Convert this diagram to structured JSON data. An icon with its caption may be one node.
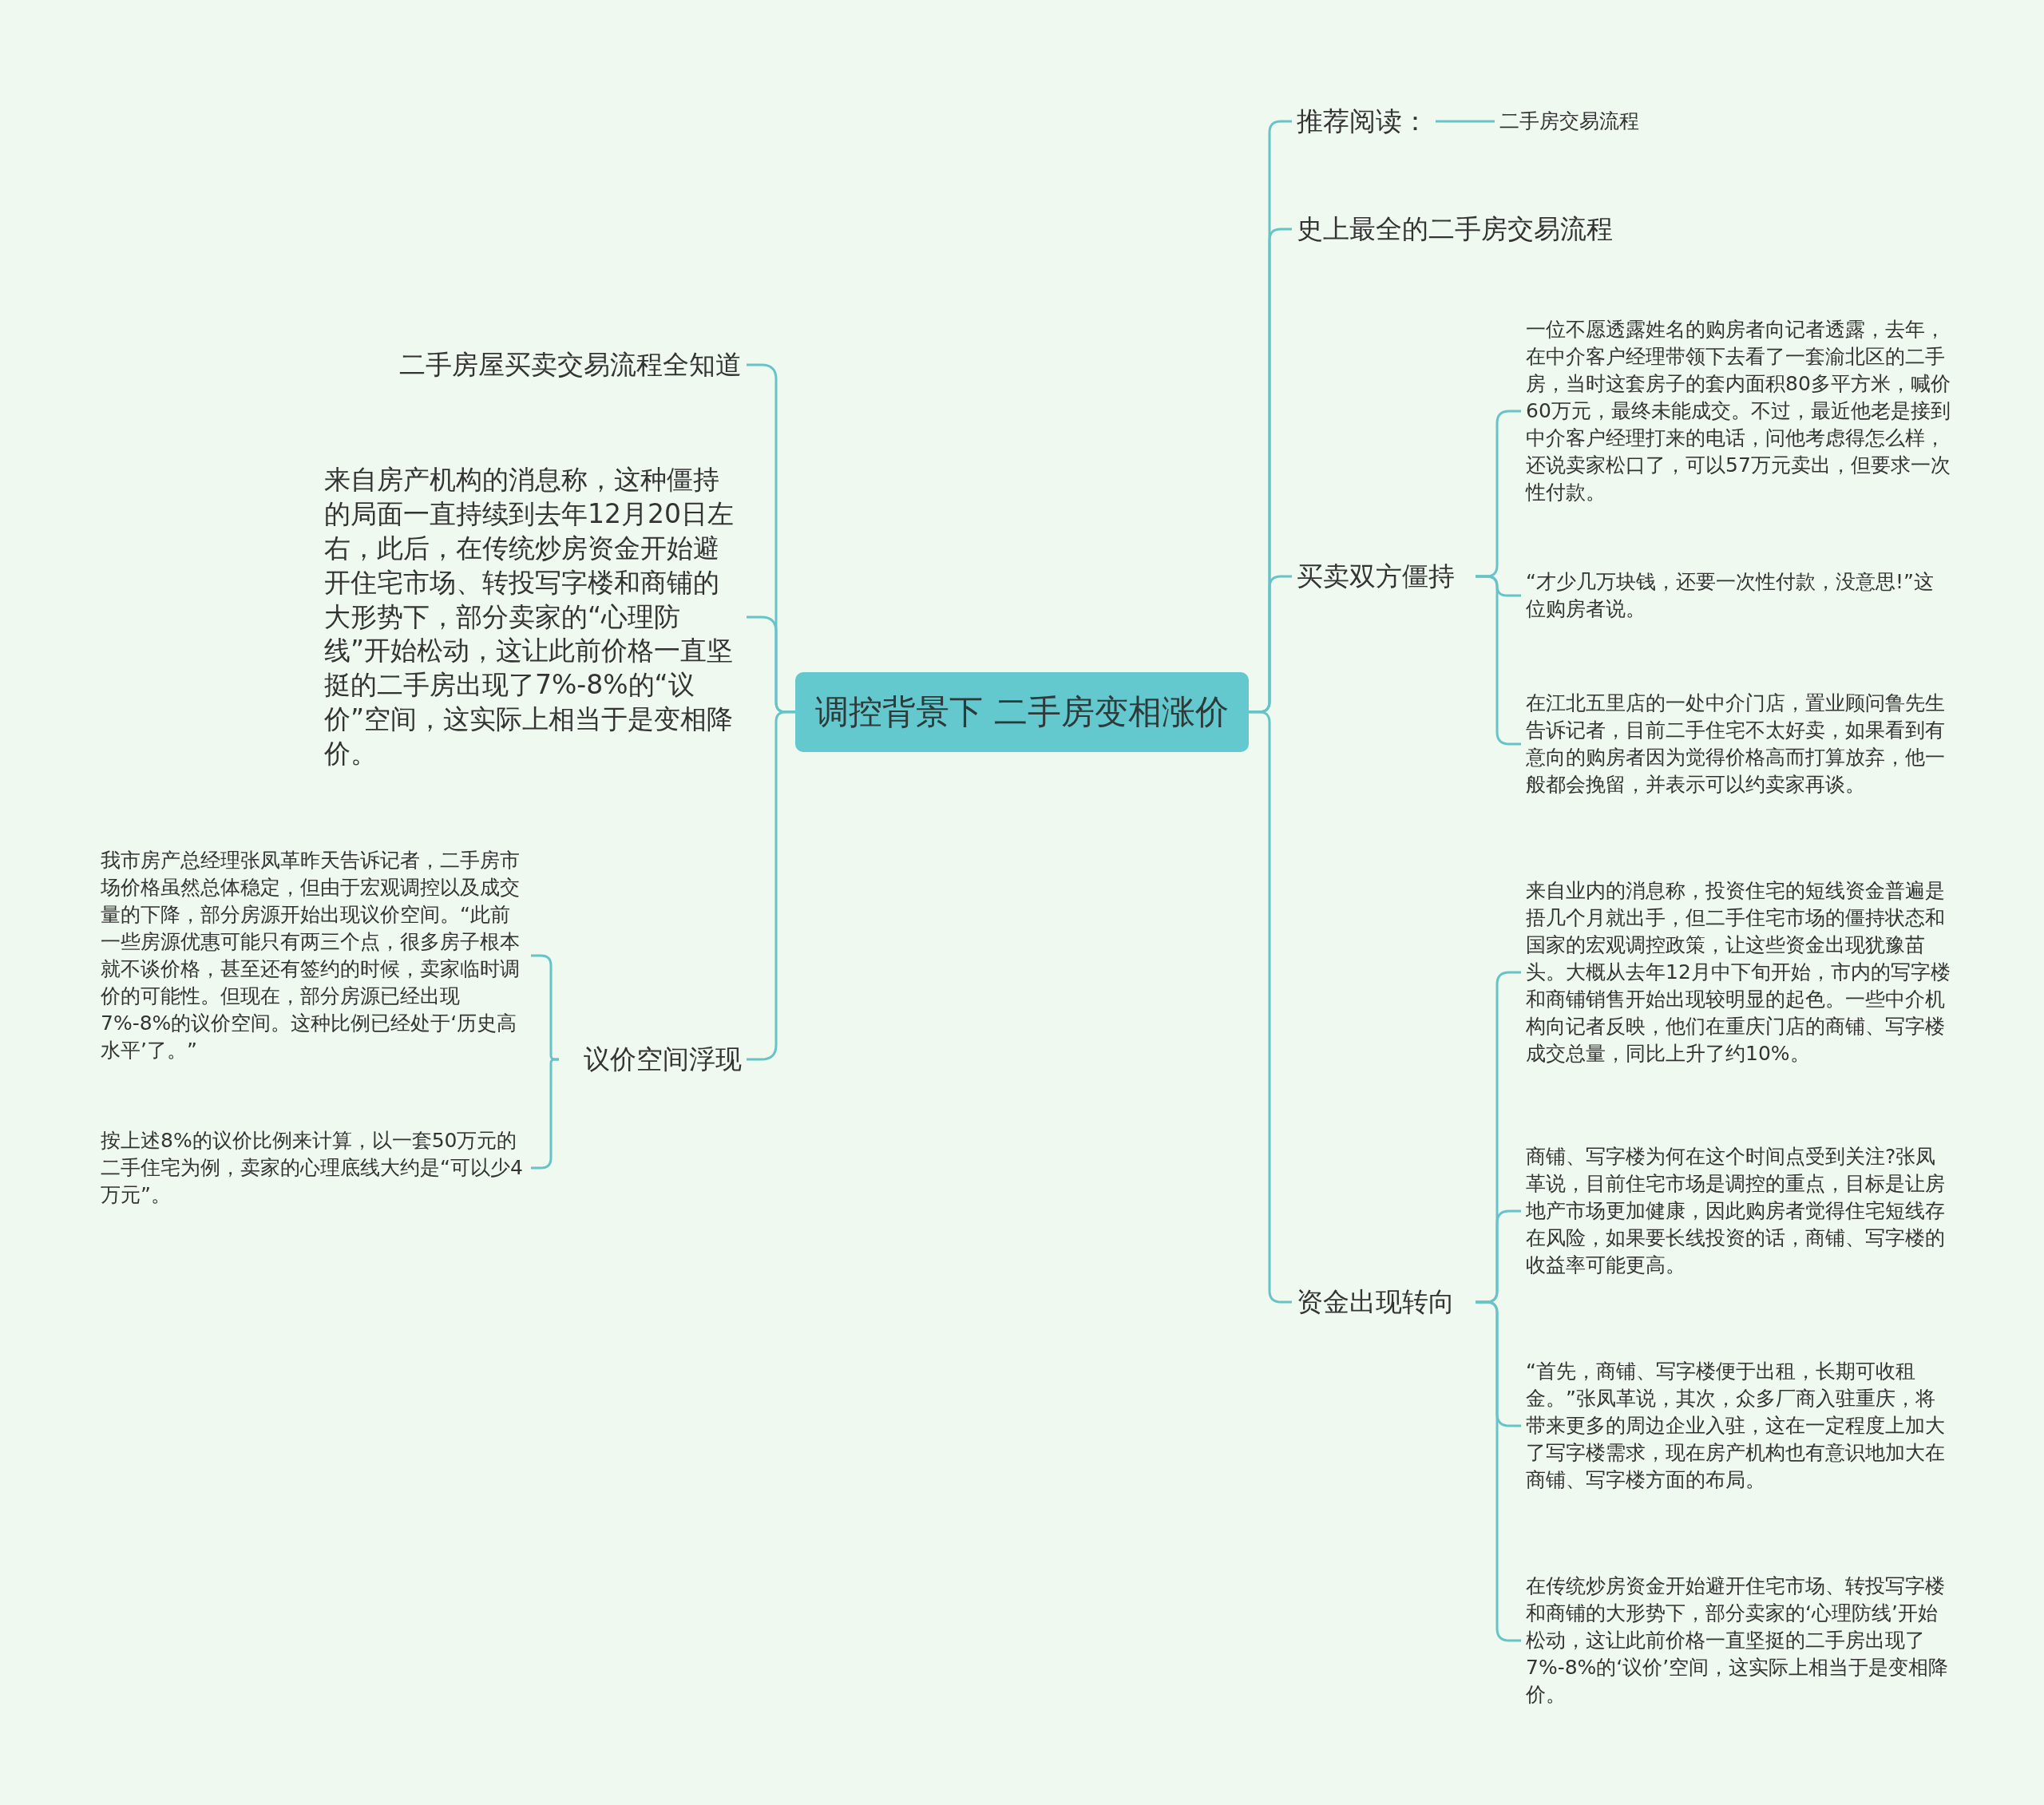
{
  "diagram": {
    "nodes": [
      {
        "text": [
          "调控背景下 二手房变相涨价"
        ]
      },
      {
        "text": [
          "二手房屋买卖交易流程全知道"
        ]
      },
      {
        "text": [
          "来自房产机构的消息称，这种僵持的局面一直持续到去年12月20日左右，此后，在传统炒房资金开始避开住宅市场、转投写字楼和商铺的大形势下，部分卖家的“心理防线”开始松动，这让此前价格一直坚挺的二手房出现了7%-8%的“议价”空间，这实际上相当于是变相降价。"
        ]
      },
      {
        "text": [
          "议价空间浮现"
        ]
      },
      {
        "text": [
          "我市房产总经理张凤革昨天告诉记者，二手房市场价格虽然总体稳定，但由于宏观调控以及成交量的下降，部分房源开始出现议价空间。“此前一些房源优惠可能只有两三个点，很多房子根本就不谈价格，甚至还有签约的时候，卖家临时调价的可能性。但现在，部分房源已经出现7%-8%的议价空间。这种比例已经处于‘历史高水平’了。”"
        ]
      },
      {
        "text": [
          "按上述8%的议价比例来计算，以一套50万元的二手住宅为例，卖家的心理底线大约是“可以少4万元”。"
        ]
      },
      {
        "text": [
          "推荐阅读："
        ]
      },
      {
        "text": [
          "二手房交易流程"
        ]
      },
      {
        "text": [
          "史上最全的二手房交易流程"
        ]
      },
      {
        "text": [
          "买卖双方僵持"
        ]
      },
      {
        "text": [
          "一位不愿透露姓名的购房者向记者透露，去年，在中介客户经理带领下去看了一套渝北区的二手房，当时这套房子的套内面积80多平方米，喊价60万元，最终未能成交。不过，最近他老是接到中介客户经理打来的电话，问他考虑得怎么样，还说卖家松口了，可以57万元卖出，但要求一次性付款。"
        ]
      },
      {
        "text": [
          "“才少几万块钱，还要一次性付款，没意思!”这位购房者说。"
        ]
      },
      {
        "text": [
          "在江北五里店的一处中介门店，置业顾问鲁先生告诉记者，目前二手住宅不太好卖，如果看到有意向的购房者因为觉得价格高而打算放弃，他一般都会挽留，并表示可以约卖家再谈。"
        ]
      },
      {
        "text": [
          "资金出现转向"
        ]
      },
      {
        "text": [
          "来自业内的消息称，投资住宅的短线资金普遍是捂几个月就出手，但二手住宅市场的僵持状态和国家的宏观调控政策，让这些资金出现犹豫苗头。大概从去年12月中下旬开始，市内的写字楼和商铺销售开始出现较明显的起色。一些中介机构向记者反映，他们在重庆门店的商铺、写字楼成交总量，同比上升了约10%。"
        ]
      },
      {
        "text": [
          "商铺、写字楼为何在这个时间点受到关注?张凤革说，目前住宅市场是调控的重点，目标是让房地产市场更加健康，因此购房者觉得住宅短线存在风险，如果要长线投资的话，商铺、写字楼的收益率可能更高。"
        ]
      },
      {
        "text": [
          "“首先，商铺、写字楼便于出租，长期可收租金。”张凤革说，其次，众多厂商入驻重庆，将带来更多的周边企业入驻，这在一定程度上加大了写字楼需求，现在房产机构也有意识地加大在商铺、写字楼方面的布局。"
        ]
      },
      {
        "text": [
          "在传统炒房资金开始避开住宅市场、转投写字楼和商铺的大形势下，部分卖家的‘心理防线’开始松动，这让此前价格一直坚挺的二手房出现了7%-8%的‘议价’空间，这实际上相当于是变相降价。"
        ]
      }
    ],
    "edges": [
      {
        "from": 0,
        "to": 1,
        "arrow": "none"
      },
      {
        "from": 0,
        "to": 2,
        "arrow": "none"
      },
      {
        "from": 0,
        "to": 3,
        "arrow": "none"
      },
      {
        "from": 3,
        "to": 4,
        "arrow": "none"
      },
      {
        "from": 3,
        "to": 5,
        "arrow": "none"
      },
      {
        "from": 0,
        "to": 6,
        "arrow": "none"
      },
      {
        "from": 6,
        "to": 7,
        "arrow": "none"
      },
      {
        "from": 0,
        "to": 8,
        "arrow": "none"
      },
      {
        "from": 0,
        "to": 9,
        "arrow": "none"
      },
      {
        "from": 9,
        "to": 10,
        "arrow": "none"
      },
      {
        "from": 9,
        "to": 11,
        "arrow": "none"
      },
      {
        "from": 9,
        "to": 12,
        "arrow": "none"
      },
      {
        "from": 0,
        "to": 13,
        "arrow": "none"
      },
      {
        "from": 13,
        "to": 14,
        "arrow": "none"
      },
      {
        "from": 13,
        "to": 15,
        "arrow": "none"
      },
      {
        "from": 13,
        "to": 16,
        "arrow": "none"
      },
      {
        "from": 13,
        "to": 17,
        "arrow": "none"
      }
    ]
  }
}
